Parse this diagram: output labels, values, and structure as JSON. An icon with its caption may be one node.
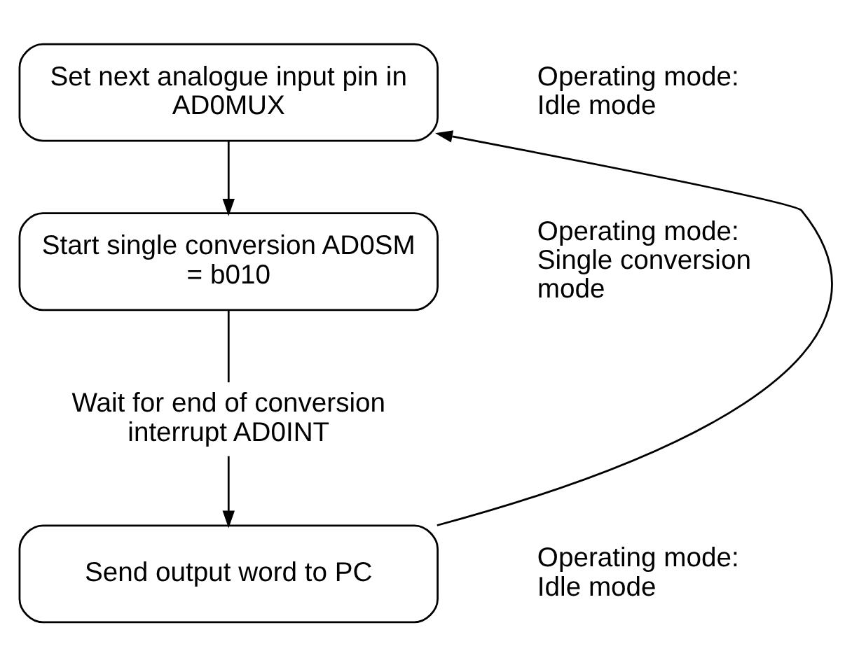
{
  "diagram": {
    "nodes": [
      {
        "text": [
          "Set next analogue input pin in AD0MUX"
        ],
        "beside": [
          "Operating mode: Idle mode"
        ]
      },
      {
        "text": [
          "Start single conversion AD0SM = b010"
        ],
        "beside": [
          "Operating mode: Single conversion mode"
        ]
      },
      {
        "text": [
          "Wait for end of conversion interrupt AD0INT"
        ]
      },
      {
        "text": [
          "Send output word to PC"
        ],
        "beside": [
          "Operating mode: Idle mode"
        ]
      }
    ],
    "edges": [
      {
        "from": 0,
        "to": 1,
        "arrow": "to"
      },
      {
        "from": 1,
        "to": 2,
        "arrow": "none"
      },
      {
        "from": 2,
        "to": 3,
        "arrow": "to"
      },
      {
        "from": 3,
        "to": 0,
        "arrow": "to"
      }
    ]
  }
}
